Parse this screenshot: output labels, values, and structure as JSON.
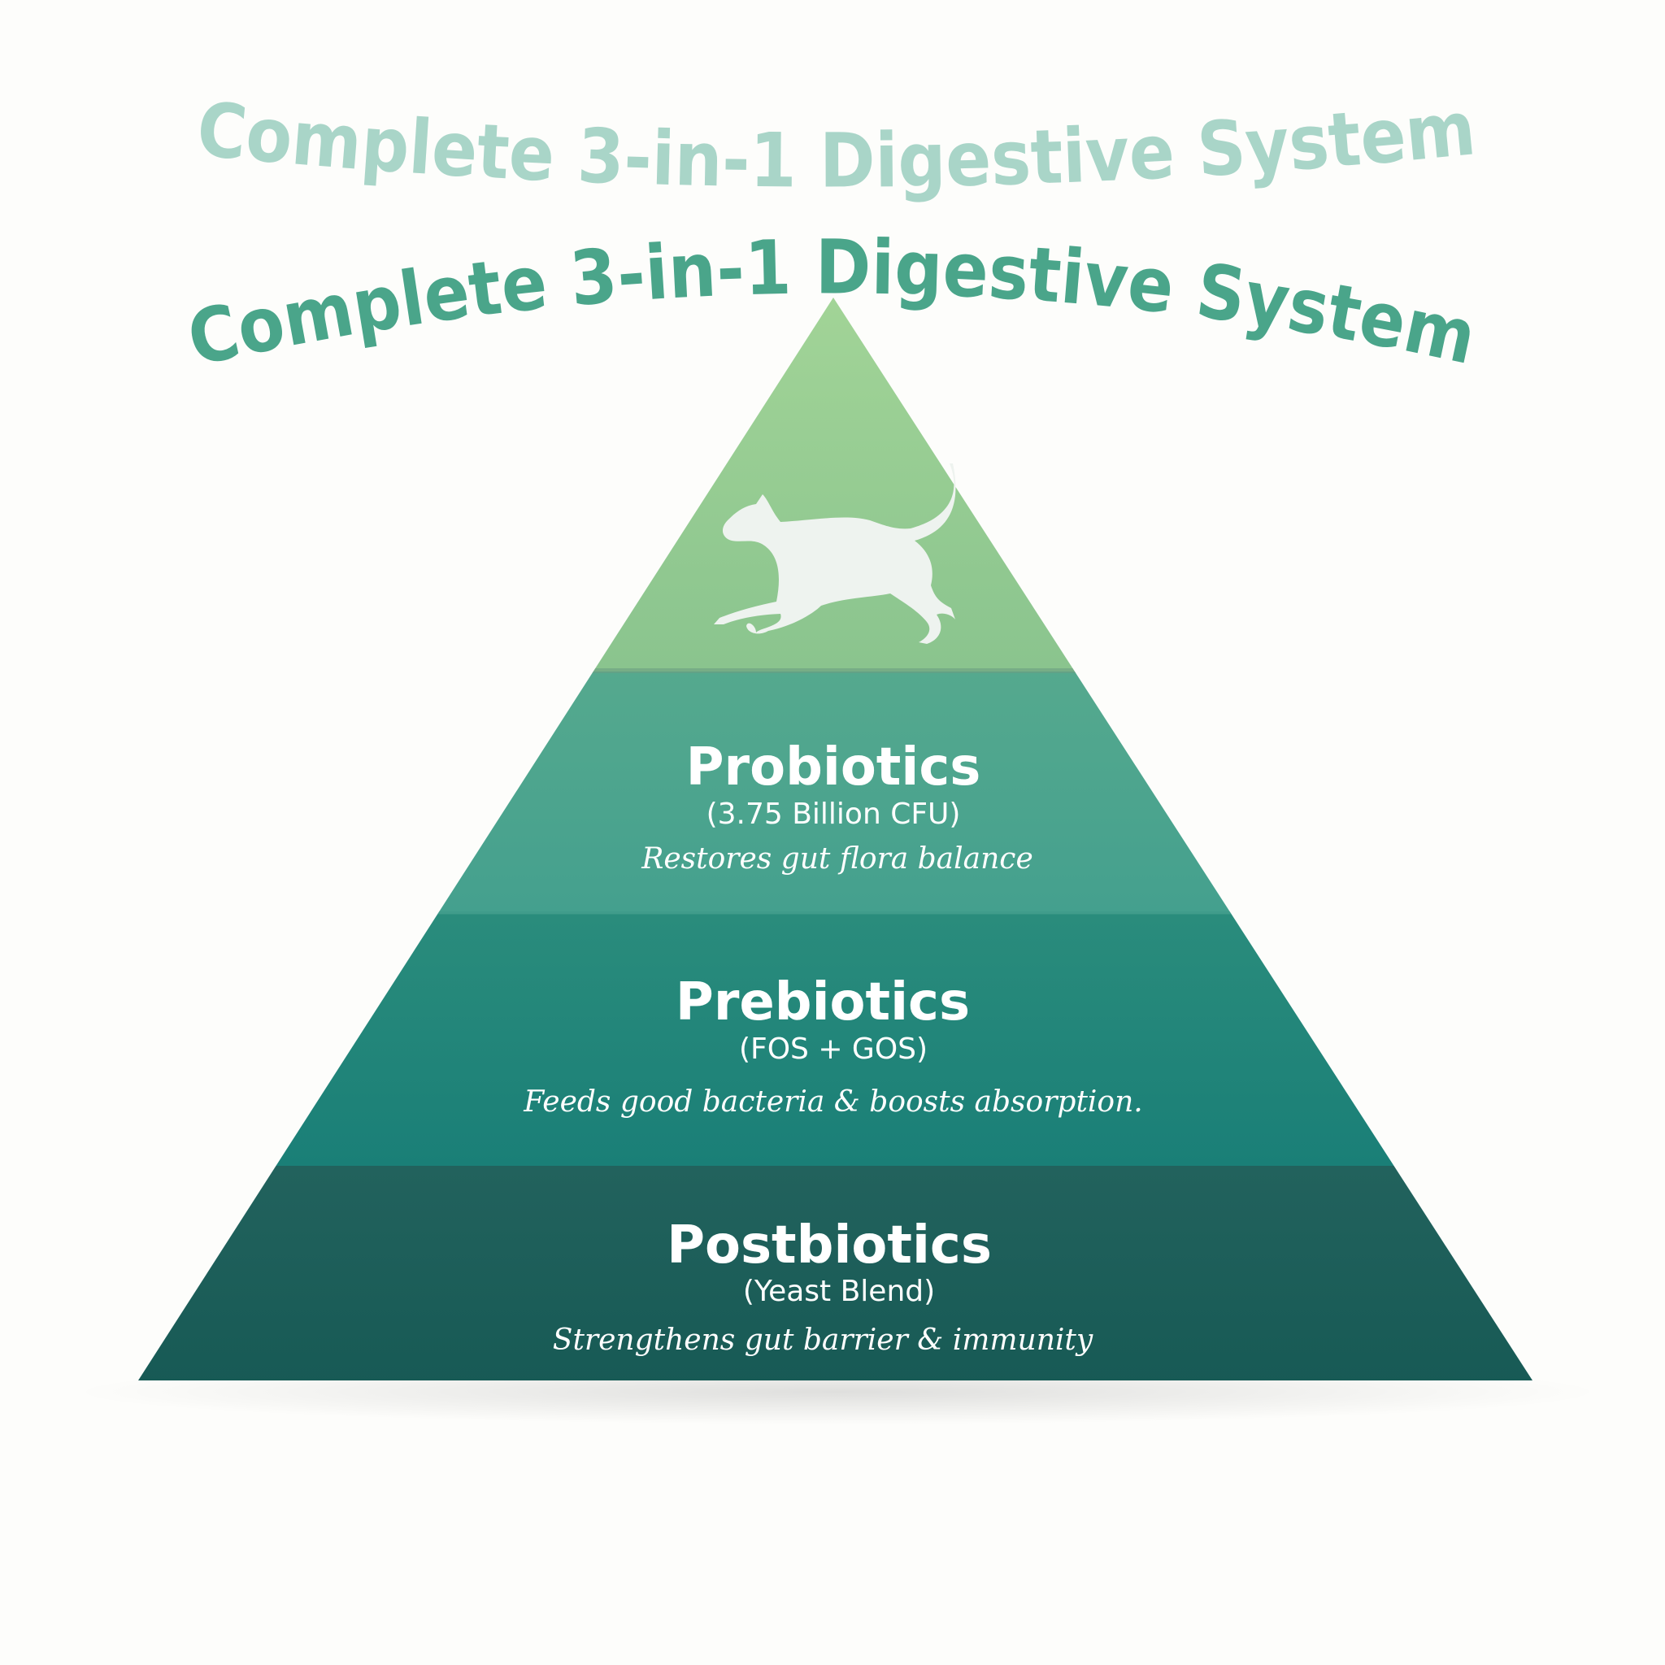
{
  "title": "Complete 3-in-1 Digestive System",
  "colors": {
    "title": "#4aa58a",
    "title_reflection": "#a9d5c8",
    "top_tier": "#97cc92",
    "probiotics_tier": "#4fa58f",
    "prebiotics_tier": "#23877b",
    "postbiotics_tier": "#1b5f5a"
  },
  "top_tier": {
    "icon": "running-dog-icon"
  },
  "layers": [
    {
      "name": "Probiotics",
      "detail": "(3.75 Billion CFU)",
      "description": "Restores gut flora balance"
    },
    {
      "name": "Prebiotics",
      "detail": "(FOS + GOS)",
      "description": "Feeds good bacteria & boosts absorption."
    },
    {
      "name": "Postbiotics",
      "detail": "(Yeast Blend)",
      "description": "Strengthens gut barrier & immunity"
    }
  ]
}
